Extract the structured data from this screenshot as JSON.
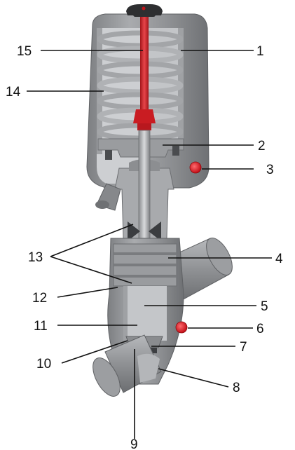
{
  "diagram": {
    "callouts": {
      "c1": "1",
      "c2": "2",
      "c3": "3",
      "c4": "4",
      "c5": "5",
      "c6": "6",
      "c7": "7",
      "c8": "8",
      "c9": "9",
      "c10": "10",
      "c11": "11",
      "c12": "12",
      "c13": "13",
      "c14": "14",
      "c15": "15"
    },
    "colors": {
      "body_gray": "#8e9093",
      "cutaway_light": "#c9cbce",
      "spring": "#b5b7ba",
      "stem_red": "#d9262c",
      "marker_red": "#e0161e",
      "knob": "#2e2f31"
    }
  }
}
